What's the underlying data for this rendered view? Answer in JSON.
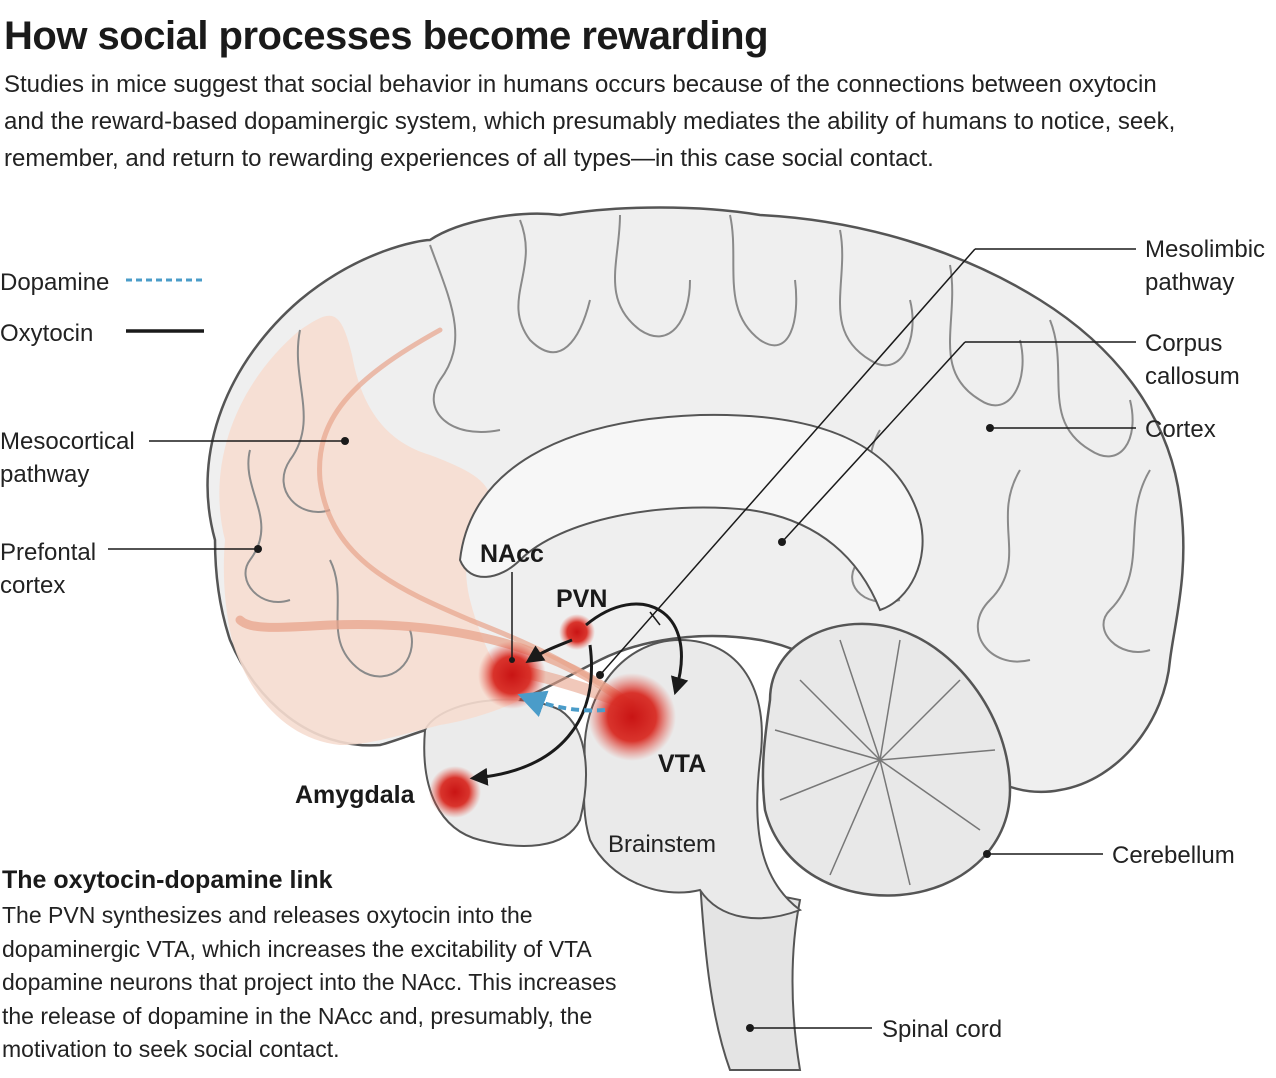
{
  "header": {
    "title": "How social processes become rewarding",
    "subtitle_lines": [
      "Studies in mice suggest that social behavior in humans occurs because of the connections between oxytocin",
      "and the reward-based dopaminergic system, which presumably mediates the ability of humans to notice, seek,",
      "remember, and return to rewarding experiences of all types—in this case social contact."
    ]
  },
  "legend": {
    "dopamine": "Dopamine",
    "oxytocin": "Oxytocin",
    "dopamine_color": "#4a9cc9",
    "oxytocin_color": "#1a1a1a"
  },
  "labels": {
    "mesocortical": [
      "Mesocortical",
      "pathway"
    ],
    "prefrontal": [
      "Prefontal",
      "cortex"
    ],
    "mesolimbic": [
      "Mesolimbic",
      "pathway"
    ],
    "corpus": [
      "Corpus",
      "callosum"
    ],
    "cortex": "Cortex",
    "cerebellum": "Cerebellum",
    "spinal": "Spinal cord",
    "brainstem": "Brainstem",
    "nacc": "NAcc",
    "pvn": "PVN",
    "vta": "VTA",
    "amygdala": "Amygdala"
  },
  "colors": {
    "hotspot": "#d42020",
    "pathway": "#e8a48c",
    "prefrontal_tint": "#f6ddd0",
    "brain_fill": "#ececec",
    "brain_outline": "#555555"
  },
  "info": {
    "title": "The oxytocin-dopamine link",
    "lines": [
      "The PVN synthesizes and releases oxytocin into the",
      "dopaminergic VTA, which increases the excitability of VTA",
      "dopamine neurons that project into the NAcc. This increases",
      "the release of dopamine in the NAcc and, presumably, the",
      "motivation to seek social contact."
    ]
  }
}
